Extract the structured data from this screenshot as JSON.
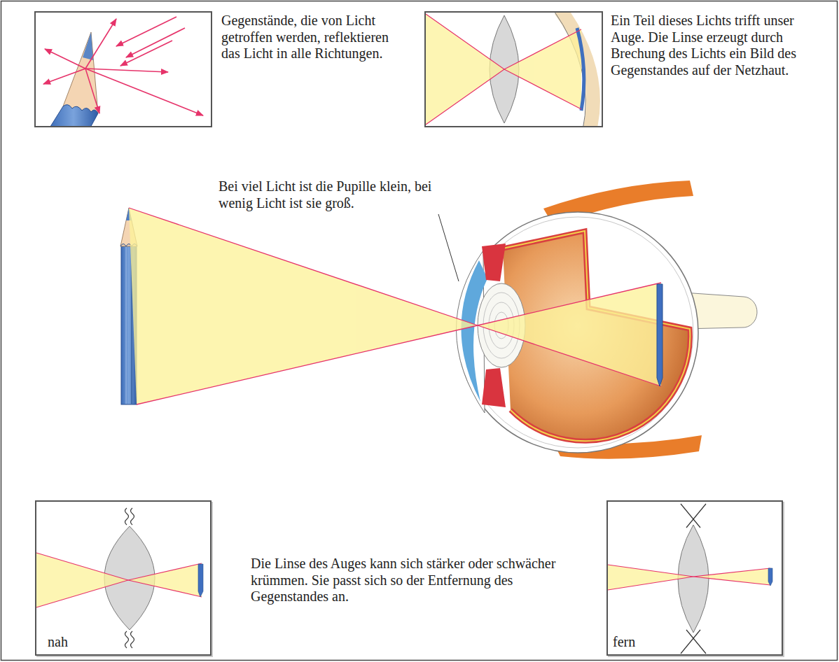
{
  "diagram": {
    "nodes": [
      {
        "text": [
          "nah"
        ]
      },
      {
        "text": [
          "fern"
        ]
      }
    ],
    "labels": [
      "Gegenstände, die von Licht getroffen werden, reflektieren das Licht in alle Richtungen.",
      "Ein Teil dieses Lichts trifft unser Auge. Die Linse erzeugt durch Brechung des Lichts ein Bild des Gegenstandes auf der Netzhaut.",
      "Bei viel Licht ist die Pupille klein, bei wenig Licht ist sie groß.",
      "Die Linse des Auges kann sich stärker oder schwächer krümmen. Sie passt sich so der Entfernung des Gegenstandes an."
    ]
  }
}
